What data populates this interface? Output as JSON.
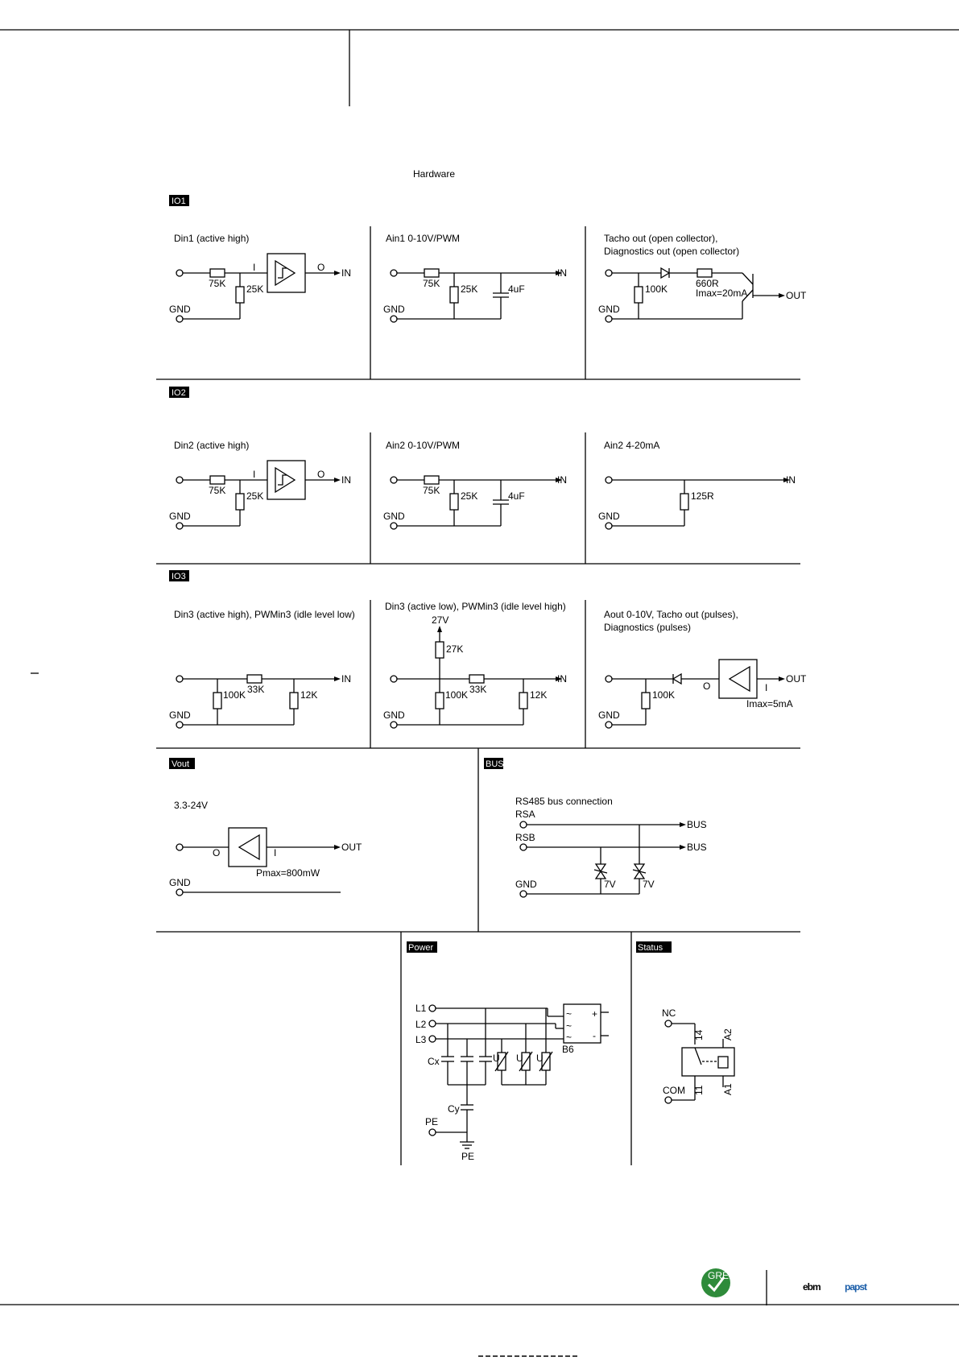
{
  "page_title": "Hardware",
  "logos": {
    "green_tech_text": "GREEN TECH",
    "ebm_text": "ebm",
    "papst_text": "papst",
    "ebm_color": "#000000",
    "papst_color": "#1a5da8",
    "green_color": "#2e8b3a"
  },
  "sections": {
    "io1": "IO1",
    "io2": "IO2",
    "io3": "IO3",
    "vout": "Vout",
    "bus": "BUS",
    "power": "Power",
    "status": "Status"
  },
  "io1": {
    "din1": {
      "title": "Din1 (active high)",
      "r1": "75K",
      "r2": "25K",
      "i": "I",
      "o": "O",
      "in": "IN",
      "gnd": "GND"
    },
    "ain1": {
      "title": "Ain1 0-10V/PWM",
      "r1": "75K",
      "r2": "25K",
      "c": "4uF",
      "in": "IN",
      "gnd": "GND"
    },
    "tacho": {
      "title1": "Tacho out (open collector),",
      "title2": "Diagnostics out (open collector)",
      "r1": "100K",
      "r2": "660R",
      "imax": "Imax=20mA",
      "out": "OUT",
      "gnd": "GND"
    }
  },
  "io2": {
    "din2": {
      "title": "Din2 (active high)",
      "r1": "75K",
      "r2": "25K",
      "i": "I",
      "o": "O",
      "in": "IN",
      "gnd": "GND"
    },
    "ain2": {
      "title": "Ain2 0-10V/PWM",
      "r1": "75K",
      "r2": "25K",
      "c": "4uF",
      "in": "IN",
      "gnd": "GND"
    },
    "ain2ma": {
      "title": "Ain2 4-20mA",
      "r1": "125R",
      "in": "IN",
      "gnd": "GND"
    }
  },
  "io3": {
    "din3a": {
      "title": "Din3 (active high), PWMin3 (idle level low)",
      "r1": "100K",
      "r2": "33K",
      "r3": "12K",
      "in": "IN",
      "gnd": "GND"
    },
    "din3b": {
      "title": "Din3 (active low), PWMin3 (idle level high)",
      "v": "27V",
      "r0": "27K",
      "r1": "100K",
      "r2": "33K",
      "r3": "12K",
      "in": "IN",
      "gnd": "GND"
    },
    "aout": {
      "title1": "Aout 0-10V, Tacho out (pulses),",
      "title2": "Diagnostics (pulses)",
      "r1": "100K",
      "o": "O",
      "i": "I",
      "imax": "Imax=5mA",
      "out": "OUT",
      "gnd": "GND"
    }
  },
  "vout": {
    "title": "3.3-24V",
    "o": "O",
    "i": "I",
    "pmax": "Pmax=800mW",
    "out": "OUT",
    "gnd": "GND"
  },
  "bus": {
    "title": "RS485 bus connection",
    "rsa": "RSA",
    "rsb": "RSB",
    "gnd": "GND",
    "bus1": "BUS",
    "bus2": "BUS",
    "z1": "7V",
    "z2": "7V"
  },
  "power": {
    "l1": "L1",
    "l2": "L2",
    "l3": "L3",
    "cx": "Cx",
    "cy": "Cy",
    "pe1": "PE",
    "pe2": "PE",
    "b6": "B6",
    "plus": "+",
    "minus": "-",
    "tilde1": "~",
    "tilde2": "~",
    "tilde3": "~",
    "v1": "U",
    "v2": "U",
    "v3": "U"
  },
  "status": {
    "nc": "NC",
    "com": "COM",
    "p14": "14",
    "p11": "11",
    "a1": "A1",
    "a2": "A2"
  }
}
